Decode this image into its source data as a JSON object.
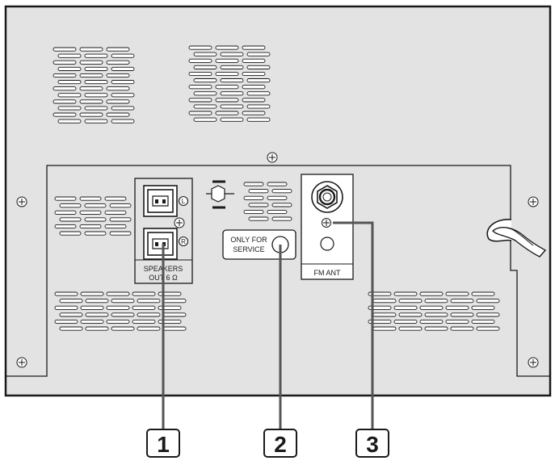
{
  "labels": {
    "speakers_line1": "SPEAKERS",
    "speakers_line2": "OUT 6 Ω",
    "channel_left": "L",
    "channel_right": "R",
    "service_line1": "ONLY FOR",
    "service_line2": "SERVICE",
    "fm_ant": "FM ANT"
  },
  "callouts": [
    {
      "number": "1"
    },
    {
      "number": "2"
    },
    {
      "number": "3"
    }
  ],
  "colors": {
    "panel_fill": "#e3e3e3",
    "line": "#1a1a1a",
    "callout_bg": "#ffffff"
  }
}
